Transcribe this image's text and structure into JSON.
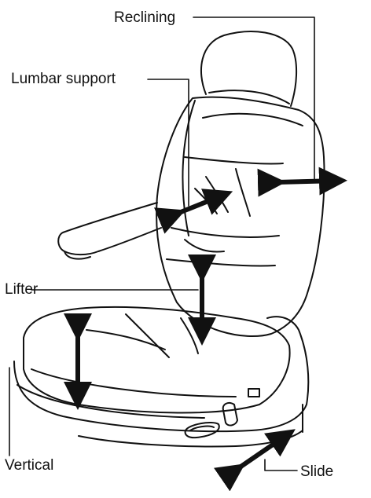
{
  "labels": {
    "reclining": "Reclining",
    "lumbar_support": "Lumbar support",
    "lifter": "Lifter",
    "vertical": "Vertical",
    "slide": "Slide"
  }
}
